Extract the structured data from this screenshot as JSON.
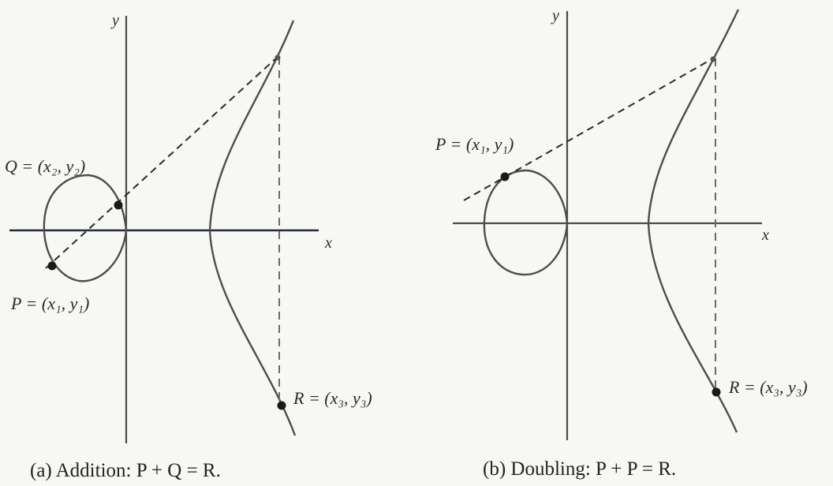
{
  "panel_a": {
    "axis_x_label": "x",
    "axis_y_label": "y",
    "point_q_label": "Q = (x₂, y₂)",
    "point_p_label": "P = (x₁, y₁)",
    "point_r_label": "R = (x₃, y₃)",
    "caption": "(a) Addition: P + Q = R."
  },
  "panel_b": {
    "axis_x_label": "x",
    "axis_y_label": "y",
    "point_p_label": "P = (x₁, y₁)",
    "point_r_label": "R = (x₃, y₃)",
    "caption": "(b) Doubling: P + P = R."
  },
  "colors": {
    "background": "#f7f7f4",
    "curve": "#4d4d4d",
    "axis": "#4a4a4a",
    "point": "#1a1a1a"
  }
}
